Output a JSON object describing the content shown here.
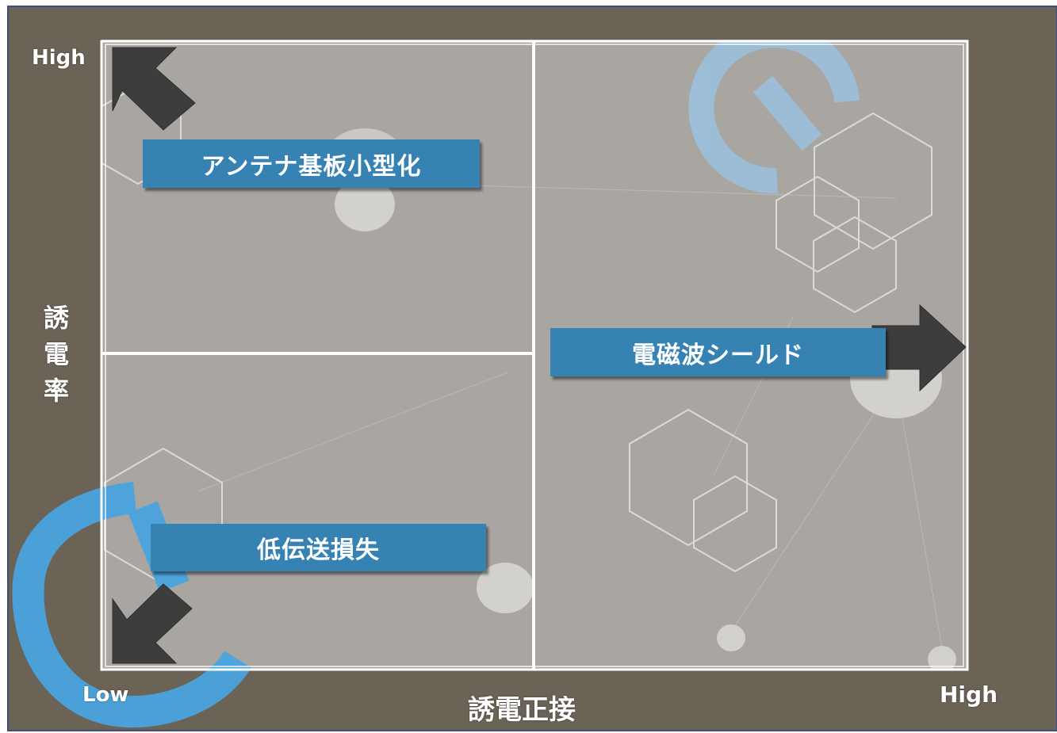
{
  "axes": {
    "y_high": "High",
    "y_title": [
      "誘",
      "電",
      "率"
    ],
    "x_low": "Low",
    "x_title": "誘電正接",
    "x_high": "High"
  },
  "quadrants": {
    "top_left": "アンテナ基板小型化",
    "right": "電磁波シールド",
    "bottom_left": "低伝送損失"
  },
  "colors": {
    "background": "#6b6356",
    "plot_area": "#a9a6a1",
    "banner": "#3683b3",
    "arrow": "#3d3d3d",
    "watermark": "#4aa3de"
  }
}
